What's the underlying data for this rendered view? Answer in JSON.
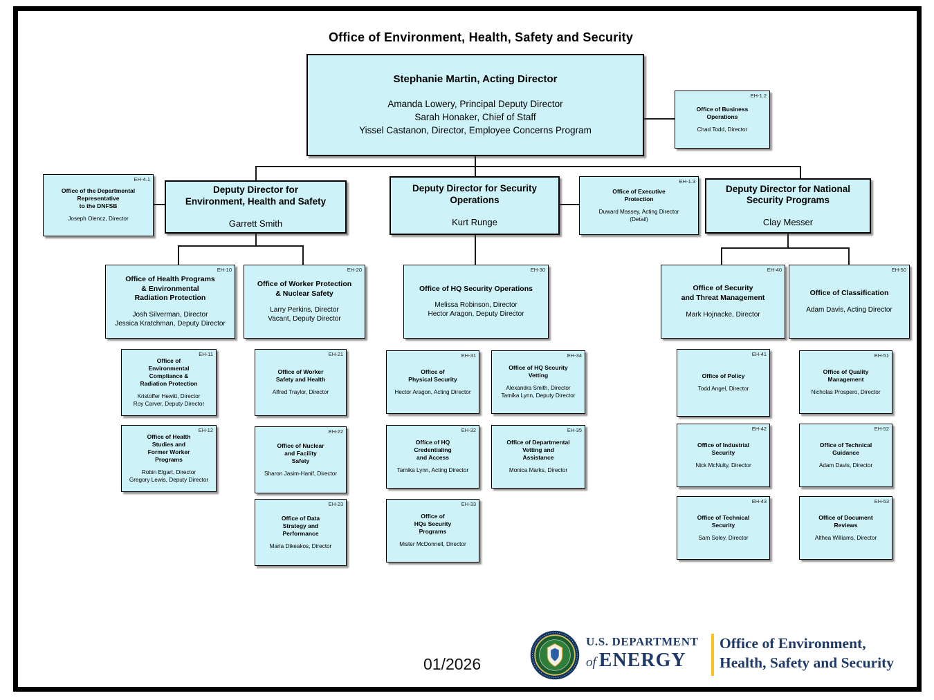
{
  "title": "Office of Environment, Health, Safety and Security",
  "colors": {
    "box_fill": "#CDF2F8",
    "box_border": "#000000",
    "navy_text": "#1F3A68",
    "gold_divider": "#F7C325"
  },
  "boxes": {
    "director": {
      "title": "Stephanie Martin, Acting Director",
      "people": "Amanda Lowery, Principal Deputy Director\nSarah Honaker, Chief of Staff\nYissel Castanon, Director, Employee Concerns Program"
    },
    "business_ops": {
      "code": "EH-1.2",
      "title": "Office of Business\nOperations",
      "people": "Chad Todd, Director"
    },
    "dnfsb": {
      "code": "EH-4.1",
      "title": "Office of the Departmental\nRepresentative\nto the DNFSB",
      "people": "Joseph Olencz, Director"
    },
    "deputy_ehs": {
      "title": "Deputy Director for\nEnvironment, Health and Safety",
      "people": "Garrett Smith"
    },
    "deputy_sec": {
      "title": "Deputy Director for Security\nOperations",
      "people": "Kurt Runge"
    },
    "exec_protection": {
      "code": "EH-1.3",
      "title": "Office of Executive\nProtection",
      "people": "Duward Massey, Acting Director\n(Detail)"
    },
    "deputy_nsp": {
      "title": "Deputy Director for National\nSecurity Programs",
      "people": "Clay Messer"
    },
    "eh10": {
      "code": "EH-10",
      "title": "Office of Health Programs\n& Environmental\nRadiation Protection",
      "people": "Josh Silverman, Director\nJessica Kratchman, Deputy Director"
    },
    "eh20": {
      "code": "EH-20",
      "title": "Office of Worker Protection\n& Nuclear Safety",
      "people": "Larry Perkins, Director\nVacant, Deputy Director"
    },
    "eh30": {
      "code": "EH-30",
      "title": "Office of HQ Security Operations",
      "people": "Melissa Robinson, Director\nHector Aragon, Deputy Director"
    },
    "eh40": {
      "code": "EH-40",
      "title": "Office of Security\nand Threat Management",
      "people": "Mark Hojnacke, Director"
    },
    "eh50": {
      "code": "EH-50",
      "title": "Office of Classification",
      "people": "Adam Davis, Acting Director"
    },
    "eh11": {
      "code": "EH-11",
      "title": "Office of\nEnvironmental\nCompliance &\nRadiation Protection",
      "people": "Kristoffer Hewitt, Director\nRoy Carver, Deputy Director"
    },
    "eh12": {
      "code": "EH-12",
      "title": "Office of Health\nStudies and\nFormer Worker\nPrograms",
      "people": "Robin Elgart, Director\nGregory Lewis, Deputy Director"
    },
    "eh21": {
      "code": "EH-21",
      "title": "Office of Worker\nSafety and Health",
      "people": "Alfred Traylor, Director"
    },
    "eh22": {
      "code": "EH-22",
      "title": "Office of Nuclear\nand Facility\nSafety",
      "people": "Sharon Jasim-Hanif, Director"
    },
    "eh23": {
      "code": "EH-23",
      "title": "Office of Data\nStrategy and\nPerformance",
      "people": "Maria Dikeakos, Director"
    },
    "eh31": {
      "code": "EH-31",
      "title": "Office of\nPhysical Security",
      "people": "Hector Aragon, Acting Director"
    },
    "eh32": {
      "code": "EH-32",
      "title": "Office of HQ\nCredentialing\nand Access",
      "people": "Tamika Lynn, Acting Director"
    },
    "eh33": {
      "code": "EH-33",
      "title": "Office of\nHQs Security\nPrograms",
      "people": "Mister McDonnell, Director"
    },
    "eh34": {
      "code": "EH-34",
      "title": "Office of HQ Security\nVetting",
      "people": "Alexandra Smith, Director\nTamika Lynn, Deputy Director"
    },
    "eh35": {
      "code": "EH-35",
      "title": "Office of Departmental\nVetting and\nAssistance",
      "people": "Monica Marks, Director"
    },
    "eh41": {
      "code": "EH-41",
      "title": "Office of Policy",
      "people": "Todd Angel, Director"
    },
    "eh42": {
      "code": "EH-42",
      "title": "Office of Industrial\nSecurity",
      "people": "Nick McNulty, Director"
    },
    "eh43": {
      "code": "EH-43",
      "title": "Office of Technical\nSecurity",
      "people": "Sam Soley, Director"
    },
    "eh51": {
      "code": "EH-51",
      "title": "Office of Quality\nManagement",
      "people": "Nicholas Prospero, Director"
    },
    "eh52": {
      "code": "EH-52",
      "title": "Office of Technical\nGuidance",
      "people": "Adam Davis, Director"
    },
    "eh53": {
      "code": "EH-53",
      "title": "Office of Document\nReviews",
      "people": "Althea Williams, Director"
    }
  },
  "footer": {
    "date": "01/2026",
    "dept_line1": "U.S. DEPARTMENT",
    "dept_of": "of",
    "dept_energy": "ENERGY",
    "office_line1": "Office of Environment,",
    "office_line2": "Health, Safety and Security",
    "seal_icon": "doe-seal"
  }
}
